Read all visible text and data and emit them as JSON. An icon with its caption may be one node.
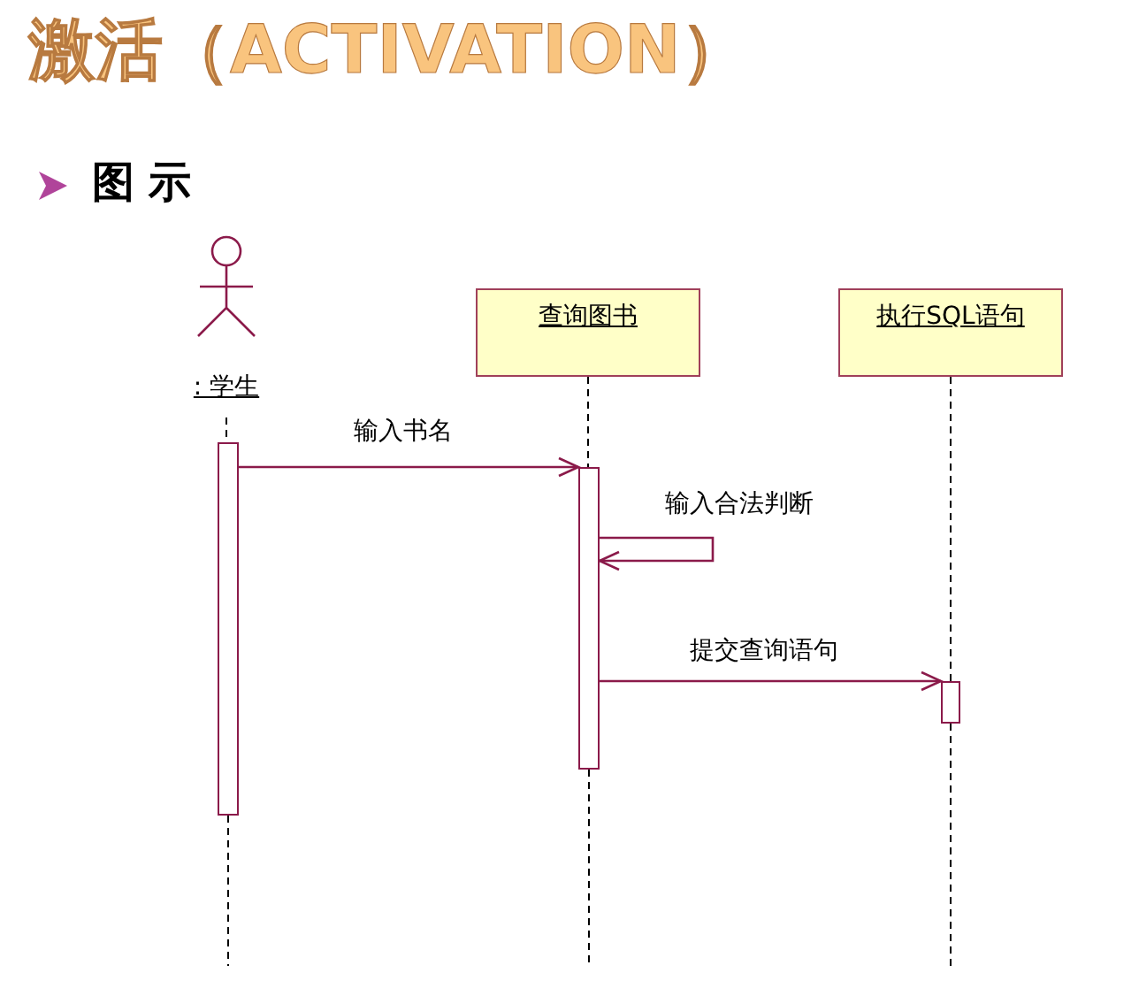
{
  "diagram": {
    "title": "激活（ACTIVATION）",
    "nodes": [
      {
        "text": [
          ": 学生"
        ]
      },
      {
        "text": [
          "查询图书"
        ]
      },
      {
        "text": [
          "执行SQL语句"
        ]
      },
      {
        "text": [],
        "shape": "bar"
      },
      {
        "text": [],
        "shape": "bar"
      },
      {
        "text": [],
        "shape": "bar"
      }
    ],
    "edges": [
      {
        "from": 0,
        "to": 3,
        "arrow": "none",
        "style": "dashed"
      },
      {
        "from": 3,
        "to": null,
        "arrow": "none",
        "style": "dashed"
      },
      {
        "from": 1,
        "to": 4,
        "arrow": "none",
        "style": "dashed"
      },
      {
        "from": 4,
        "to": null,
        "arrow": "none",
        "style": "dashed"
      },
      {
        "from": 2,
        "to": 5,
        "arrow": "none",
        "style": "dashed"
      },
      {
        "from": 5,
        "to": null,
        "arrow": "none",
        "style": "dashed"
      },
      {
        "from": 3,
        "to": 4,
        "arrow": "to",
        "label": "输入书名",
        "color": "#8b1a4a"
      },
      {
        "from": 4,
        "to": 4,
        "arrow": "to",
        "label": "输入合法判断",
        "color": "#8b1a4a"
      },
      {
        "from": 4,
        "to": 5,
        "arrow": "to",
        "label": "提交查询语句",
        "color": "#8b1a4a"
      }
    ],
    "labels": [
      "图示"
    ]
  }
}
